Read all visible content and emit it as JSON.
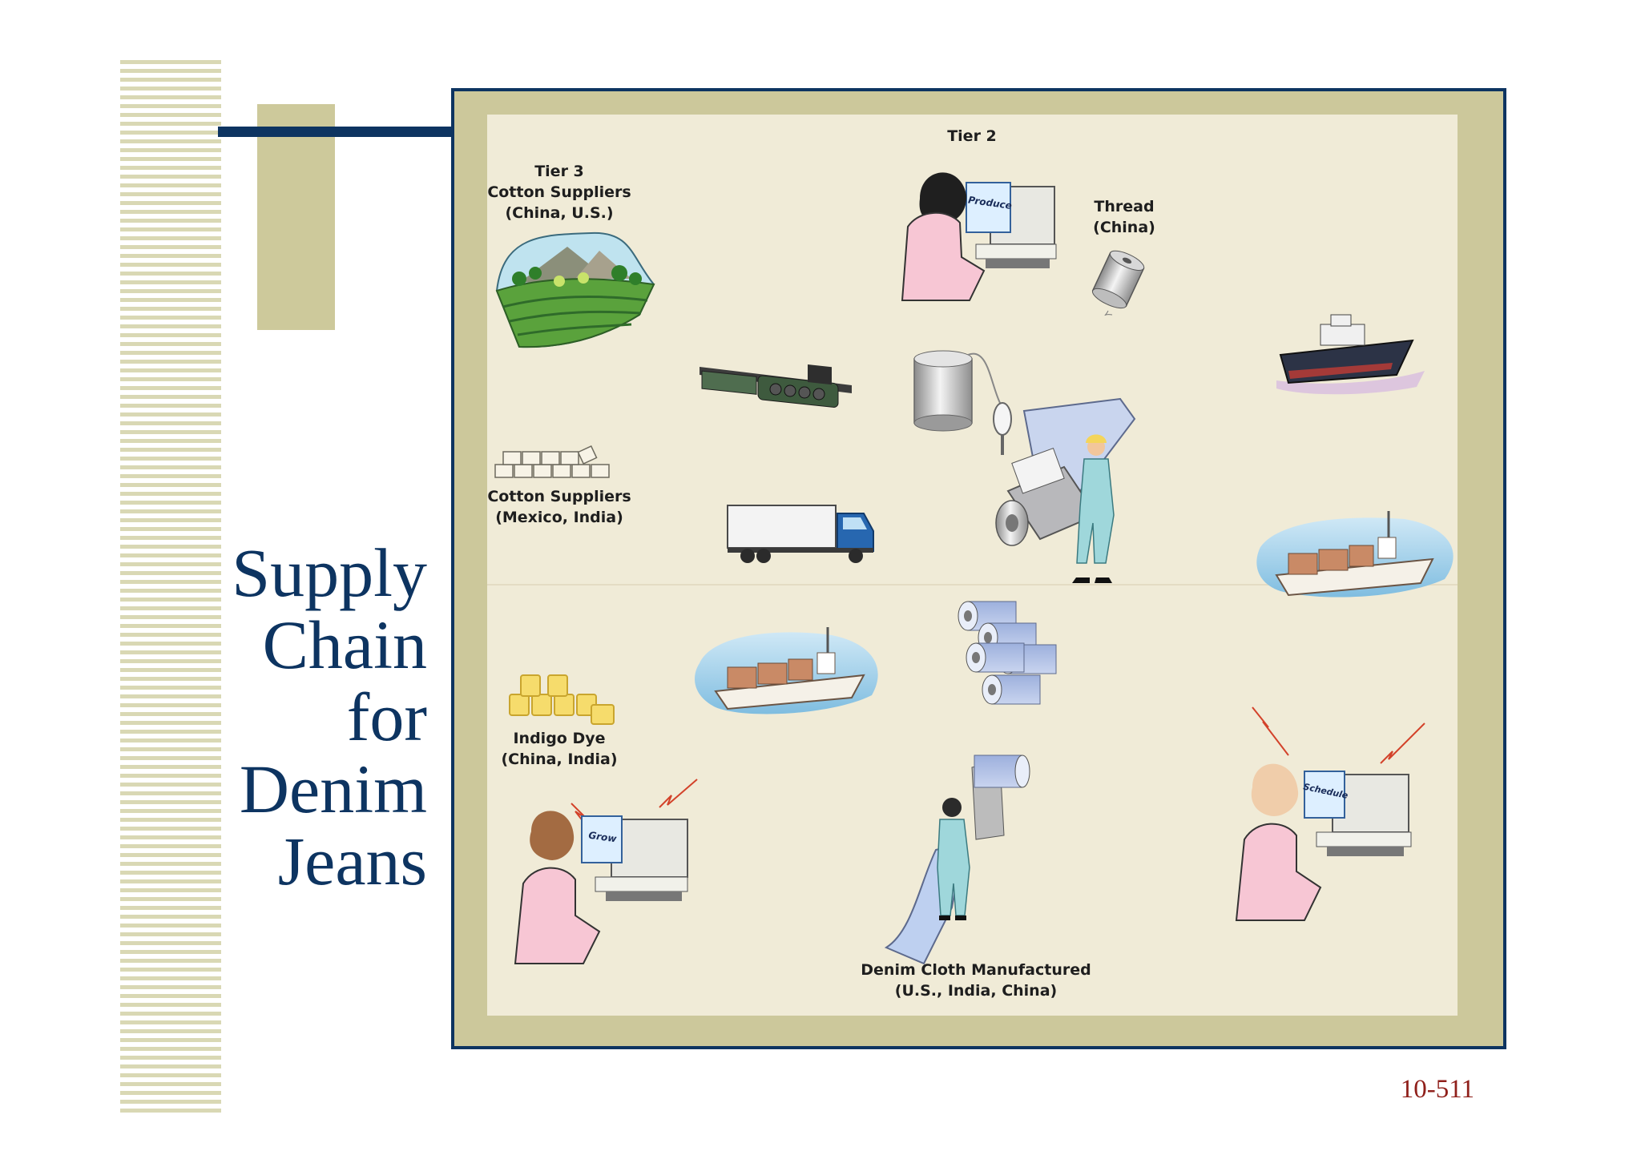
{
  "slide": {
    "title_lines": [
      "Supply",
      "Chain",
      "for",
      "Denim",
      "Jeans"
    ],
    "page_number": "10-511"
  },
  "diagram": {
    "tier2": "Tier 2",
    "tier3": {
      "line1": "Tier 3",
      "line2": "Cotton Suppliers",
      "line3": "(China, U.S.)"
    },
    "thread": {
      "line1": "Thread",
      "line2": "(China)"
    },
    "cotton_suppliers": {
      "line1": "Cotton Suppliers",
      "line2": "(Mexico, India)"
    },
    "indigo_dye": {
      "line1": "Indigo Dye",
      "line2": "(China, India)"
    },
    "denim_cloth": {
      "line1": "Denim Cloth Manufactured",
      "line2": "(U.S., India, China)"
    },
    "screens": {
      "produce": "Produce",
      "grow": "Grow",
      "schedule": "Schedule"
    }
  },
  "colors": {
    "title": "#0d3461",
    "frame_border": "#0d3461",
    "frame_fill": "#ccc89b",
    "canvas": "#f0ebd7",
    "page_number": "#8f1f1a"
  }
}
